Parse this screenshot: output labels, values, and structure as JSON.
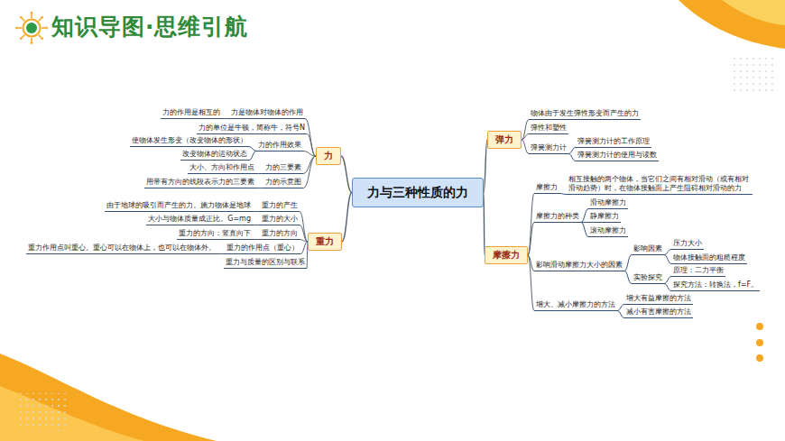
{
  "diagram": {
    "title": "知识导图·思维引航",
    "nodes": [
      {
        "text": [
          "力与三种性质的力"
        ]
      },
      {
        "text": [
          "力"
        ]
      },
      {
        "text": [
          "力是物体对物体的作用"
        ]
      },
      {
        "text": [
          "力的作用是相互的"
        ]
      },
      {
        "text": [
          "力的单位是牛顿，简称牛，符号N"
        ]
      },
      {
        "text": [
          "力的作用效果"
        ]
      },
      {
        "text": [
          "使物体发生形变（改变物体的形状）"
        ]
      },
      {
        "text": [
          "改变物体的运动状态"
        ]
      },
      {
        "text": [
          "力的三要素"
        ]
      },
      {
        "text": [
          "大小、方向和作用点"
        ]
      },
      {
        "text": [
          "力的示意图"
        ]
      },
      {
        "text": [
          "用带有方向的线段表示力的三要素"
        ]
      },
      {
        "text": [
          "重力"
        ]
      },
      {
        "text": [
          "重力的产生"
        ]
      },
      {
        "text": [
          "由于地球的吸引而产生的力。施力物体是地球"
        ]
      },
      {
        "text": [
          "重力的大小"
        ]
      },
      {
        "text": [
          "大小与物体质量成正比。G=mg"
        ]
      },
      {
        "text": [
          "重力的方向"
        ]
      },
      {
        "text": [
          "重力的方向：竖直向下"
        ]
      },
      {
        "text": [
          "重力的作用点（重心）"
        ]
      },
      {
        "text": [
          "重力作用点叫重心。重心可以在物体上，也可以在物体外。"
        ]
      },
      {
        "text": [
          "重力与质量的区别与联系"
        ]
      },
      {
        "text": [
          "弹力"
        ]
      },
      {
        "text": [
          "物体由于发生弹性形变而产生的力"
        ]
      },
      {
        "text": [
          "弹性和塑性"
        ]
      },
      {
        "text": [
          "弹簧测力计"
        ]
      },
      {
        "text": [
          "弹簧测力计的工作原理"
        ]
      },
      {
        "text": [
          "弹簧测力计的使用与读数"
        ]
      },
      {
        "text": [
          "摩擦力"
        ]
      },
      {
        "text": [
          "摩擦力"
        ]
      },
      {
        "text": [
          "相互接触的两个物体，当它们之间有相对滑动（或有相对滑动趋势）时，在物体接触面上产生阻碍相对滑动的力"
        ]
      },
      {
        "text": [
          "摩擦力的种类"
        ]
      },
      {
        "text": [
          "滑动摩擦力"
        ]
      },
      {
        "text": [
          "静摩擦力"
        ]
      },
      {
        "text": [
          "滚动摩擦力"
        ]
      },
      {
        "text": [
          "影响滑动摩擦力大小的因素"
        ]
      },
      {
        "text": [
          "影响因素"
        ]
      },
      {
        "text": [
          "压力大小"
        ]
      },
      {
        "text": [
          "物体接触面的粗糙程度"
        ]
      },
      {
        "text": [
          "实验探究"
        ]
      },
      {
        "text": [
          "原理：二力平衡"
        ]
      },
      {
        "text": [
          "探究方法：转换法，f=F。"
        ]
      },
      {
        "text": [
          "增大、减小摩擦力的方法"
        ]
      },
      {
        "text": [
          "增大有益摩擦的方法"
        ]
      },
      {
        "text": [
          "减小有害摩擦的方法"
        ]
      }
    ],
    "edges": [
      {
        "from": 0,
        "to": 1,
        "arrow": "none"
      },
      {
        "from": 0,
        "to": 12,
        "arrow": "none"
      },
      {
        "from": 0,
        "to": 22,
        "arrow": "none"
      },
      {
        "from": 0,
        "to": 28,
        "arrow": "none"
      },
      {
        "from": 1,
        "to": 2,
        "arrow": "none"
      },
      {
        "from": 2,
        "to": 3,
        "arrow": "none"
      },
      {
        "from": 1,
        "to": 4,
        "arrow": "none"
      },
      {
        "from": 1,
        "to": 5,
        "arrow": "none"
      },
      {
        "from": 5,
        "to": 6,
        "arrow": "none"
      },
      {
        "from": 5,
        "to": 7,
        "arrow": "none"
      },
      {
        "from": 1,
        "to": 8,
        "arrow": "none"
      },
      {
        "from": 8,
        "to": 9,
        "arrow": "none"
      },
      {
        "from": 1,
        "to": 10,
        "arrow": "none"
      },
      {
        "from": 10,
        "to": 11,
        "arrow": "none"
      },
      {
        "from": 12,
        "to": 13,
        "arrow": "none"
      },
      {
        "from": 13,
        "to": 14,
        "arrow": "none"
      },
      {
        "from": 12,
        "to": 15,
        "arrow": "none"
      },
      {
        "from": 15,
        "to": 16,
        "arrow": "none"
      },
      {
        "from": 12,
        "to": 17,
        "arrow": "none"
      },
      {
        "from": 17,
        "to": 18,
        "arrow": "none"
      },
      {
        "from": 12,
        "to": 19,
        "arrow": "none"
      },
      {
        "from": 19,
        "to": 20,
        "arrow": "none"
      },
      {
        "from": 12,
        "to": 21,
        "arrow": "none"
      },
      {
        "from": 22,
        "to": 23,
        "arrow": "none"
      },
      {
        "from": 22,
        "to": 24,
        "arrow": "none"
      },
      {
        "from": 22,
        "to": 25,
        "arrow": "none"
      },
      {
        "from": 25,
        "to": 26,
        "arrow": "none"
      },
      {
        "from": 25,
        "to": 27,
        "arrow": "none"
      },
      {
        "from": 28,
        "to": 29,
        "arrow": "none"
      },
      {
        "from": 29,
        "to": 30,
        "arrow": "none"
      },
      {
        "from": 28,
        "to": 31,
        "arrow": "none"
      },
      {
        "from": 31,
        "to": 32,
        "arrow": "none"
      },
      {
        "from": 31,
        "to": 33,
        "arrow": "none"
      },
      {
        "from": 31,
        "to": 34,
        "arrow": "none"
      },
      {
        "from": 28,
        "to": 35,
        "arrow": "none"
      },
      {
        "from": 35,
        "to": 36,
        "arrow": "none"
      },
      {
        "from": 36,
        "to": 37,
        "arrow": "none"
      },
      {
        "from": 36,
        "to": 38,
        "arrow": "none"
      },
      {
        "from": 35,
        "to": 39,
        "arrow": "none"
      },
      {
        "from": 39,
        "to": 40,
        "arrow": "none"
      },
      {
        "from": 39,
        "to": 41,
        "arrow": "none"
      },
      {
        "from": 28,
        "to": 42,
        "arrow": "none"
      },
      {
        "from": 42,
        "to": 43,
        "arrow": "none"
      },
      {
        "from": 42,
        "to": 44,
        "arrow": "none"
      }
    ]
  }
}
